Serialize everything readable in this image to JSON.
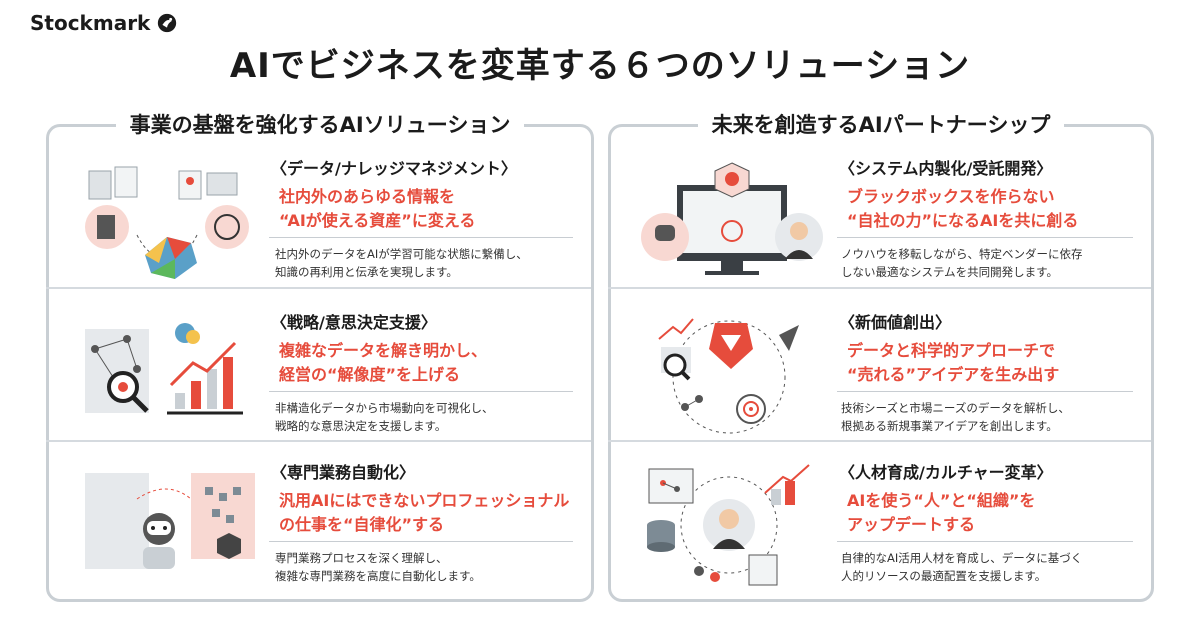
{
  "header": {
    "logo_text": "Stockmark",
    "title": "AIでビジネスを変革する６つのソリューション"
  },
  "left_panel": {
    "title": "事業の基盤を強化するAIソリューション",
    "items": [
      {
        "title": "〈データ/ナレッジマネジメント〉",
        "headline1": "社内外のあらゆる情報を",
        "headline2": "“AIが使える資産”に変える",
        "desc1": "社内外のデータをAIが学習可能な状態に繋備し、",
        "desc2": "知識の再利用と伝承を実現します。"
      },
      {
        "title": "〈戦略/意思決定支援〉",
        "headline1": "複雑なデータを解き明かし、",
        "headline2": "経営の“解像度”を上げる",
        "desc1": "非構造化データから市場動向を可視化し、",
        "desc2": "戦略的な意思決定を支援します。"
      },
      {
        "title": "〈専門業務自動化〉",
        "headline1": "汎用AIにはできないプロフェッショナル",
        "headline2": "の仕事を“自律化”する",
        "desc1": "専門業務プロセスを深く理解し、",
        "desc2": "複雑な専門業務を高度に自動化します。"
      }
    ]
  },
  "right_panel": {
    "title": "未来を創造するAIパートナーシップ",
    "items": [
      {
        "title": "〈システム内製化/受託開発〉",
        "headline1": "ブラックボックスを作らない",
        "headline2": "“自社の力”になるAIを共に創る",
        "desc1": "ノウハウを移転しながら、特定ベンダーに依存",
        "desc2": "しない最適なシステムを共同開発します。"
      },
      {
        "title": "〈新価値創出〉",
        "headline1": "データと科学的アプローチで",
        "headline2": "“売れる”アイデアを生み出す",
        "desc1": "技術シーズと市場ニーズのデータを解析し、",
        "desc2": "根拠ある新規事業アイデアを創出します。"
      },
      {
        "title": "〈人材育成/カルチャー変革〉",
        "headline1": "AIを使う“人”と“組織”を",
        "headline2": "アップデートする",
        "desc1": "自律的なAI活用人材を育成し、データに基づく",
        "desc2": "人的リソースの最適配置を支援します。"
      }
    ]
  },
  "colors": {
    "accent": "#e64c3c",
    "border": "#c9cfd4",
    "text": "#1b1b1b"
  }
}
